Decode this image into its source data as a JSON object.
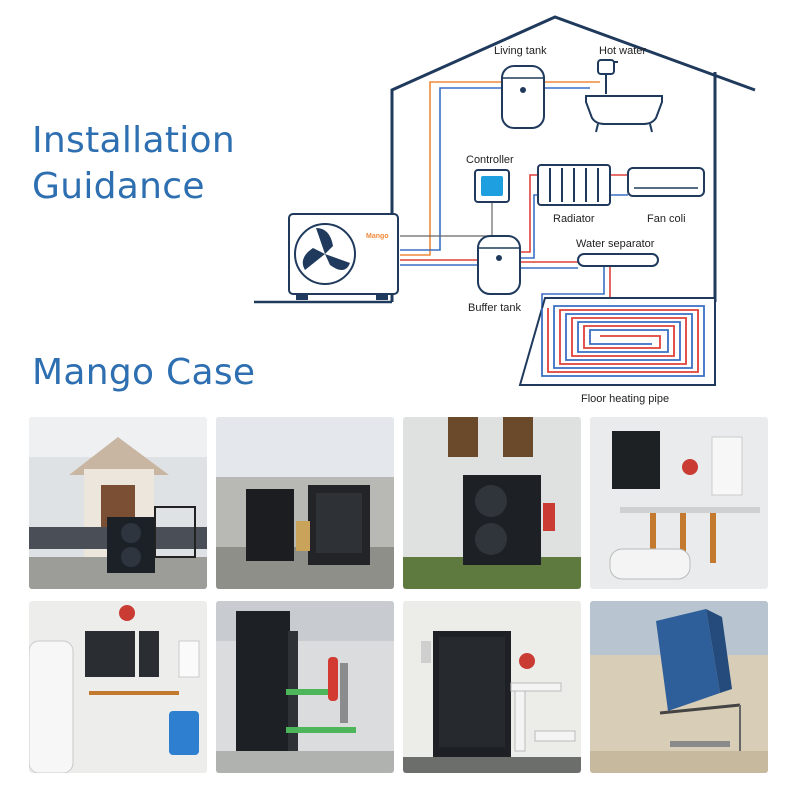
{
  "headings": {
    "installation_line1": "Installation",
    "installation_line2": "Guidance",
    "cases": "Mango Case"
  },
  "diagram": {
    "labels": {
      "living_tank": "Living tank",
      "hot_water": "Hot water",
      "controller": "Controller",
      "radiator": "Radiator",
      "fan_coil": "Fan coli",
      "water_separator": "Water separator",
      "buffer_tank": "Buffer tank",
      "floor_heating": "Floor heating pipe"
    },
    "unit_logo_text": "Mango",
    "colors": {
      "house_outline": "#1f3a5c",
      "hot_pipe": "#e0403a",
      "cold_pipe": "#3a6fc4",
      "supply_pipe": "#f08a3c",
      "controller_screen": "#1ea0e0"
    }
  },
  "photos": [
    {
      "id": "photo-1",
      "subject": "heat pump outside house entrance"
    },
    {
      "id": "photo-2",
      "subject": "two black heat pump units in yard"
    },
    {
      "id": "photo-3",
      "subject": "heat pump beside white house wall"
    },
    {
      "id": "photo-4",
      "subject": "indoor boiler and pipe manifold"
    },
    {
      "id": "photo-5",
      "subject": "indoor water tank and control board"
    },
    {
      "id": "photo-6",
      "subject": "heat pump units with green pipes"
    },
    {
      "id": "photo-7",
      "subject": "heat pump with white PVC pipes"
    },
    {
      "id": "photo-8",
      "subject": "heat pump on wall bracket"
    }
  ]
}
